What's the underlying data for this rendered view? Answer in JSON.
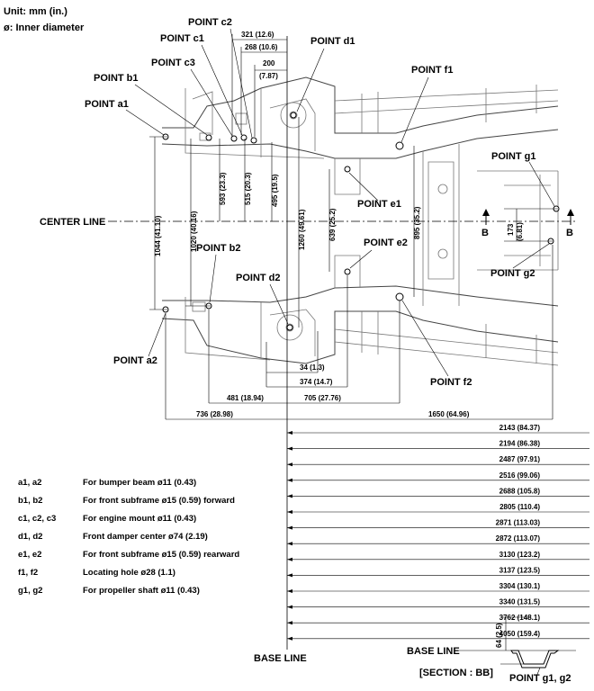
{
  "header": {
    "unit": "Unit: mm (in.)",
    "inner_diameter": "ø: Inner diameter"
  },
  "points": {
    "a1": "POINT a1",
    "a2": "POINT a2",
    "b1": "POINT b1",
    "b2": "POINT b2",
    "c1": "POINT c1",
    "c2": "POINT c2",
    "c3": "POINT c3",
    "d1": "POINT d1",
    "d2": "POINT d2",
    "e1": "POINT e1",
    "e2": "POINT e2",
    "f1": "POINT f1",
    "f2": "POINT f2",
    "g1": "POINT g1",
    "g2": "POINT g2"
  },
  "lines": {
    "center": "CENTER LINE",
    "base": "BASE LINE",
    "section_base": "BASE LINE"
  },
  "section": {
    "marker": "B",
    "title": "[SECTION : BB]",
    "points": "POINT g1, g2",
    "height": "64 (2.5)"
  },
  "top_dims": {
    "d321": "321 (12.6)",
    "d268": "268 (10.6)",
    "d200a": "200",
    "d200b": "(7.87)"
  },
  "vertical_dims": {
    "v1044": "1044 (41.10)",
    "v1020": "1020 (40.16)",
    "v593": "593 (23.3)",
    "v515": "515 (20.3)",
    "v495": "495 (19.5)",
    "v1260": "1260 (49.61)",
    "v639": "639 (25.2)",
    "v895": "895 (35.2)",
    "v173": "173\n(6.81)"
  },
  "horizontal_dims": {
    "h34": "34 (1.3)",
    "h374": "374 (14.7)",
    "h481": "481 (18.94)",
    "h705": "705 (27.76)",
    "h736": "736 (28.98)",
    "h1650": "1650 (64.96)"
  },
  "right_dims": [
    "2143 (84.37)",
    "2194 (86.38)",
    "2487 (97.91)",
    "2516 (99.06)",
    "2688 (105.8)",
    "2805 (110.4)",
    "2871 (113.03)",
    "2872 (113.07)",
    "3130 (123.2)",
    "3137 (123.5)",
    "3304 (130.1)",
    "3340 (131.5)",
    "3762 (148.1)",
    "4050 (159.4)"
  ],
  "legend": [
    {
      "code": "a1, a2",
      "desc": "For bumper beam ø11 (0.43)"
    },
    {
      "code": "b1, b2",
      "desc": "For front subframe ø15 (0.59) forward"
    },
    {
      "code": "c1, c2, c3",
      "desc": "For engine mount ø11 (0.43)"
    },
    {
      "code": "d1, d2",
      "desc": "Front damper center ø74 (2.19)"
    },
    {
      "code": "e1, e2",
      "desc": "For front subframe ø15 (0.59) rearward"
    },
    {
      "code": "f1, f2",
      "desc": "Locating hole ø28 (1.1)"
    },
    {
      "code": "g1, g2",
      "desc": "For propeller shaft ø11 (0.43)"
    }
  ]
}
